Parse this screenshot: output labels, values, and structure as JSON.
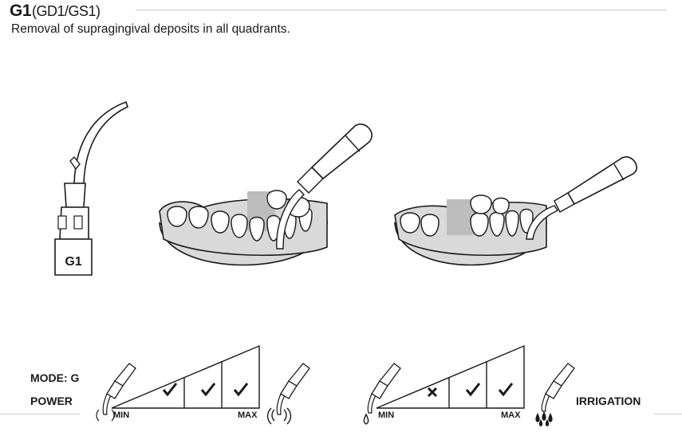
{
  "header": {
    "tip_code": "G1",
    "tip_alternates": "(GD1/GS1)",
    "subtitle": "Removal of supragingival deposits in all quadrants."
  },
  "instrument": {
    "engraving": "G1"
  },
  "settings": {
    "mode_label": "MODE: G",
    "power": {
      "label": "POWER",
      "min_label": "MIN",
      "max_label": "MAX",
      "levels": [
        "check",
        "check",
        "check"
      ]
    },
    "irrigation": {
      "label": "IRRIGATION",
      "min_label": "MIN",
      "max_label": "MAX",
      "levels": [
        "cross",
        "check",
        "check"
      ]
    }
  },
  "icons": {
    "instrument": "scaler-tip-icon",
    "left_view": "lower-jaw-scaling-left-icon",
    "right_view": "lower-jaw-scaling-right-icon",
    "power_min": "handpiece-low-vibration-icon",
    "power_max": "handpiece-high-vibration-icon",
    "irrigation_min": "handpiece-single-drop-icon",
    "irrigation_max": "handpiece-multiple-drops-icon",
    "check": "check-icon",
    "cross": "cross-icon"
  },
  "colors": {
    "line": "#1a1a1a",
    "gum": "#d9d9d9",
    "tissue": "#bdbdbd"
  }
}
